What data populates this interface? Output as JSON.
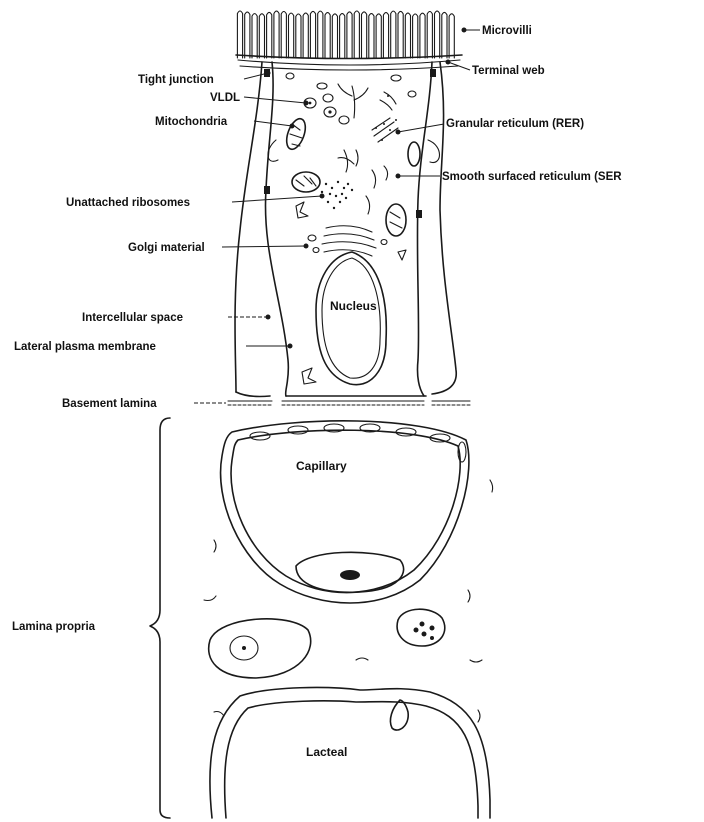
{
  "labels": {
    "microvilli": "Microvilli",
    "terminal_web": "Terminal web",
    "tight_junction": "Tight junction",
    "vldl": "VLDL",
    "mitochondria": "Mitochondria",
    "granular_reticulum": "Granular reticulum (RER)",
    "smooth_reticulum": "Smooth surfaced reticulum (SER",
    "unattached_ribosomes": "Unattached ribosomes",
    "golgi_material": "Golgi material",
    "intercellular_space": "Intercellular space",
    "lateral_plasma_membrane": "Lateral plasma membrane",
    "basement_lamina": "Basement lamina",
    "lamina_propria": "Lamina propria"
  },
  "structures": {
    "nucleus": "Nucleus",
    "capillary": "Capillary",
    "lacteal": "Lacteal"
  },
  "colors": {
    "ink": "#1a1a1a",
    "background": "#ffffff"
  }
}
